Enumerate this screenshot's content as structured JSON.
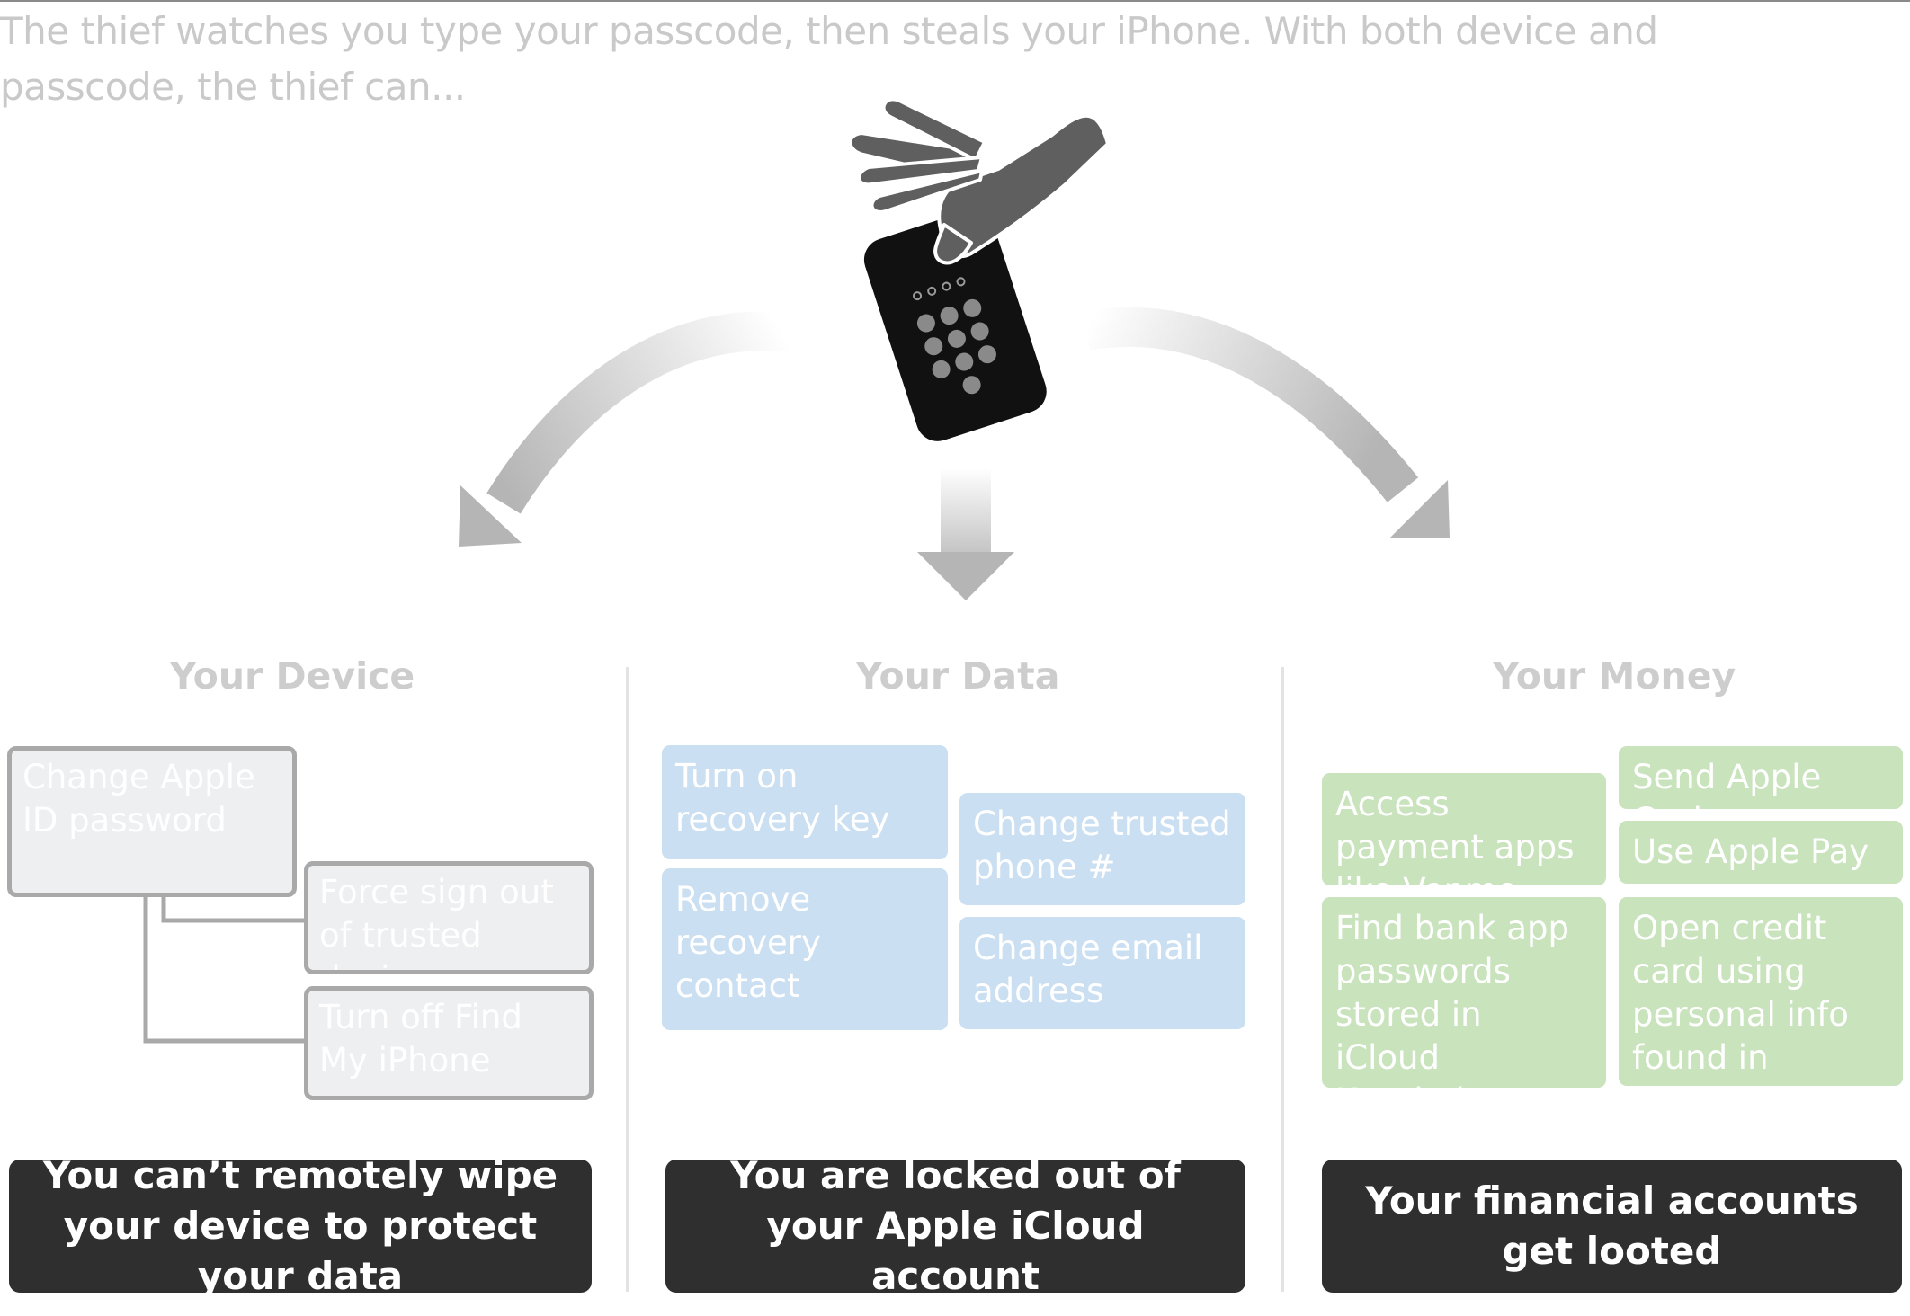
{
  "intro_text": "The thief watches you type your passcode, then steals your iPhone. With both device and passcode, the thief can...",
  "columns": {
    "device": {
      "title": "Your Device",
      "boxes": [
        "Change Apple ID password",
        "Force sign out of trusted devices",
        "Turn off Find My iPhone"
      ],
      "verdict": "You can’t remotely wipe your device to protect your data"
    },
    "data": {
      "title": "Your Data",
      "boxes": [
        "Turn on recovery key",
        "Remove recovery contact",
        "Change trusted phone #",
        "Change email address"
      ],
      "verdict": "You are locked out of your Apple iCloud account"
    },
    "money": {
      "title": "Your Money",
      "boxes": [
        "Access payment apps like Venmo",
        "Find bank app passwords stored in iCloud Keychain",
        "Send Apple Cash",
        "Use Apple Pay",
        "Open credit card using personal info found in photos"
      ],
      "verdict": "Your financial accounts get looted"
    }
  },
  "colors": {
    "intro_text": "#c9c9c9",
    "column_title": "#cdcdcd",
    "device_box_fill": "#eeeff1",
    "device_box_border": "#a9a9a9",
    "data_box_fill": "#cbdff2",
    "money_box_fill": "#c9e3bd",
    "verdict_fill": "#2f2f2f",
    "hand": "#5f5f5f",
    "phone": "#111111",
    "arrow": "#b5b5b5"
  },
  "icons": [
    "hand-icon",
    "phone-keypad-icon",
    "curved-arrow-left-icon",
    "arrow-down-icon",
    "curved-arrow-right-icon"
  ]
}
